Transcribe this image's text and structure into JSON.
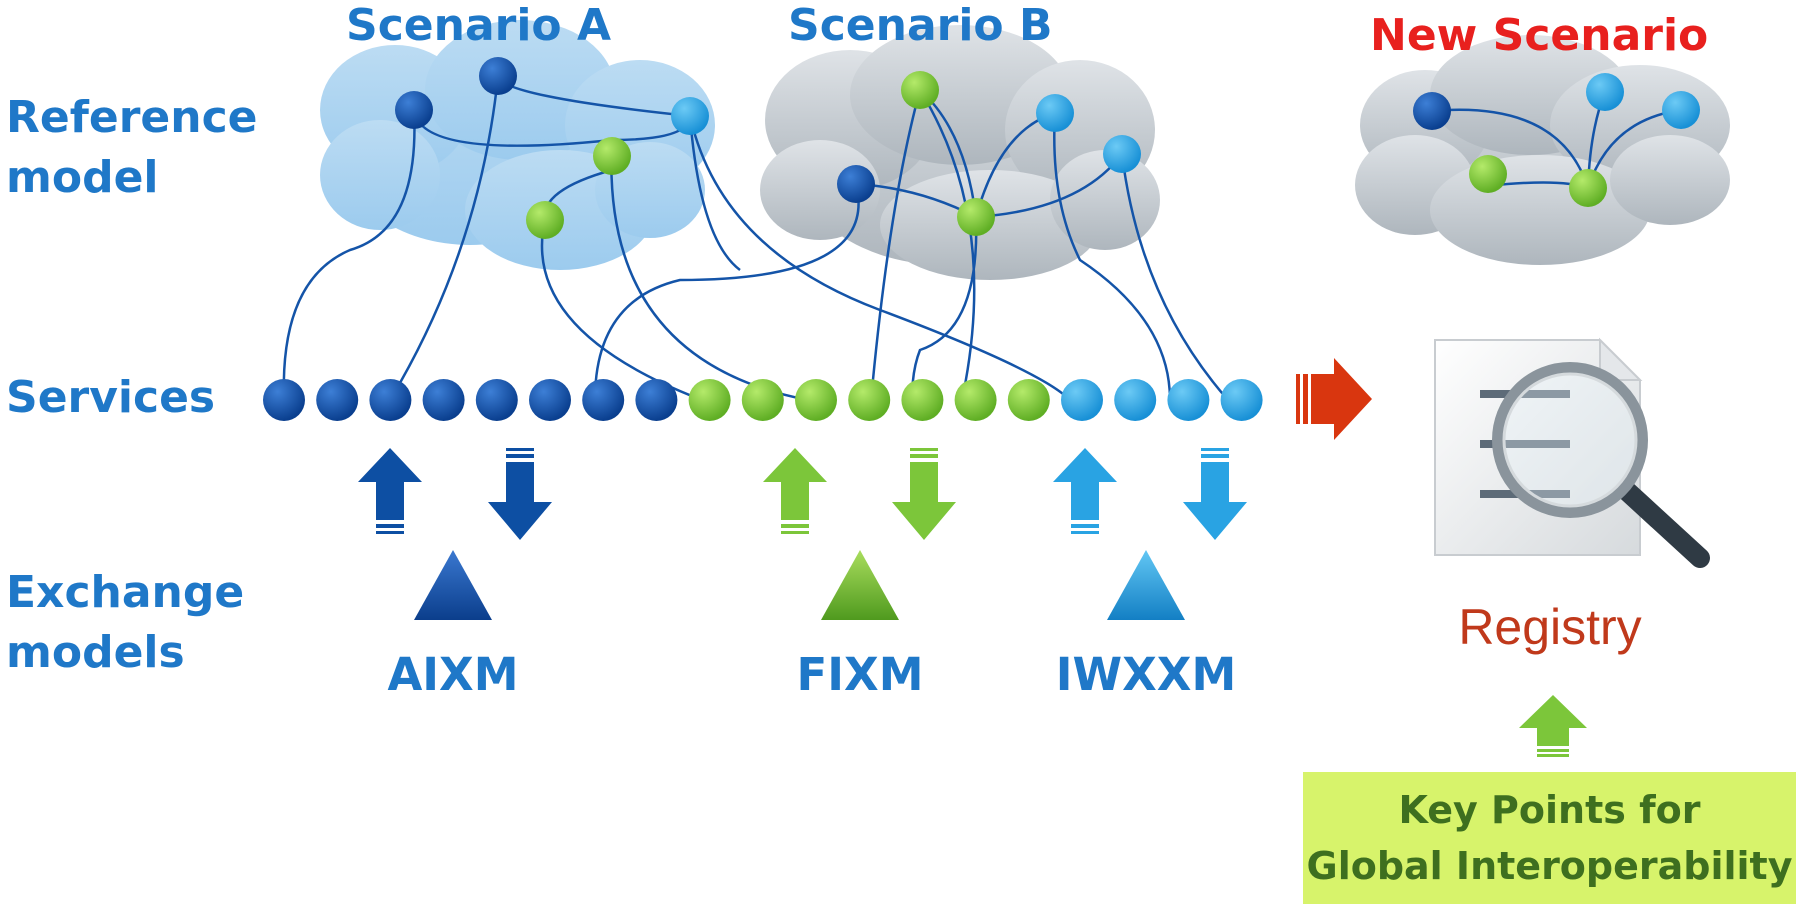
{
  "titles": {
    "scenario_a": "Scenario A",
    "scenario_b": "Scenario B",
    "new_scenario": "New Scenario"
  },
  "row_labels": {
    "reference_model": [
      "Reference",
      "model"
    ],
    "services": "Services",
    "exchange_models": [
      "Exchange",
      "models"
    ]
  },
  "exchange_models": [
    "AIXM",
    "FIXM",
    "IWXXM"
  ],
  "registry_label": "Registry",
  "key_points": [
    "Key Points for",
    "Global Interoperability"
  ],
  "service_groups": [
    {
      "model": "AIXM",
      "count": 8,
      "color": "dark-blue"
    },
    {
      "model": "FIXM",
      "count": 7,
      "color": "green"
    },
    {
      "model": "IWXXM",
      "count": 4,
      "color": "light-blue"
    }
  ],
  "colors": {
    "dark_blue": "#0d4fa3",
    "green": "#7cc63a",
    "light_blue": "#29a3e3",
    "label_blue": "#1f78c8",
    "new_scenario_red": "#e8201e",
    "registry_red": "#c0391b",
    "key_box_bg": "#d7f36b",
    "arrow_red": "#d9360f"
  },
  "icons": {
    "registry": "document-magnifier-icon",
    "flow": "arrow-right-icon"
  }
}
